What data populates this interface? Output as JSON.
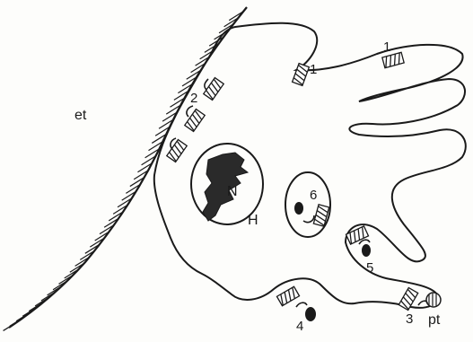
{
  "labels": {
    "et": "et",
    "N": "N",
    "H": "H",
    "pt": "pt",
    "n1a": "1",
    "n1b": "1",
    "n2": "2",
    "n3": "3",
    "n4": "4",
    "n5": "5",
    "n6": "6"
  },
  "colors": {
    "ink": "#1a1a1a",
    "paper": "#fdfdfb"
  }
}
